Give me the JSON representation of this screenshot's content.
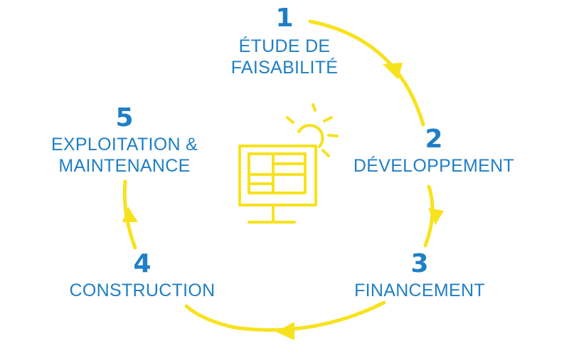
{
  "colors": {
    "accent_yellow": "#f7e21e",
    "label_blue": "#1f7fc4"
  },
  "steps": [
    {
      "number": "1",
      "label_lines": [
        "ÉTUDE DE",
        "FAISABILITÉ"
      ]
    },
    {
      "number": "2",
      "label_lines": [
        "DÉVELOPPEMENT"
      ]
    },
    {
      "number": "3",
      "label_lines": [
        "FINANCEMENT"
      ]
    },
    {
      "number": "4",
      "label_lines": [
        "CONSTRUCTION"
      ]
    },
    {
      "number": "5",
      "label_lines": [
        "EXPLOITATION &",
        "MAINTENANCE"
      ]
    }
  ],
  "icon": "solar-panel-icon"
}
